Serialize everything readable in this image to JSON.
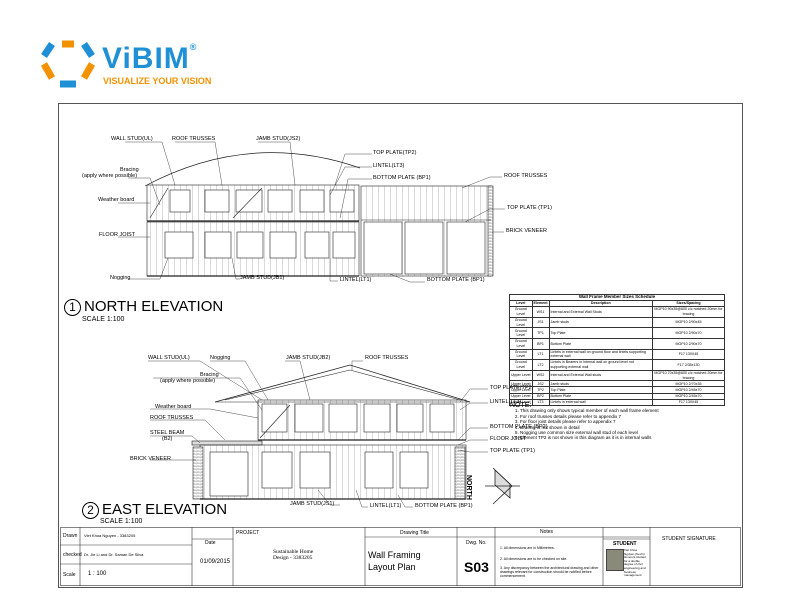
{
  "logo": {
    "name": "ViBIM",
    "reg": "®",
    "tagline": "VISUALIZE YOUR VISION"
  },
  "north": {
    "title": "NORTH ELEVATION",
    "number": "1",
    "scale": "SCALE 1:100",
    "labels": {
      "wall_stud": "WALL STUD(UL)",
      "roof_trusses": "ROOF TRUSSES",
      "jamb_js2": "JAMB STUD(JS2)",
      "bracing": "Bracing",
      "bracing2": "(apply where possible)",
      "top_plate_tp2": "TOP PLATE(TP2)",
      "lintel_lt3": "LINTEL(LT3)",
      "bottom_plate_bp1": "BOTTOM PLATE (BP1)",
      "roof_trusses_r": "ROOF TRUSSES",
      "weather_board": "Weather board",
      "top_plate_tp1": "TOP PLATE (TP1)",
      "floor_joist": "FLOOR JOIST",
      "brick_veneer": "BRICK VENEER",
      "nogging": "Nogging",
      "jamb_jb1": "JAMB STUD(JB1)",
      "lintel_lt1": "LINTEL(LT1)",
      "bottom_plate_bp1b": "BOTTOM PLATE (BP1)"
    }
  },
  "east": {
    "title": "EAST ELEVATION",
    "number": "2",
    "scale": "SCALE 1:100",
    "labels": {
      "wall_stud": "WALL STUD(UL)",
      "nogging": "Nogging",
      "jamb_jb2": "JAMB STUD(JB2)",
      "roof_trusses": "ROOF TRUSSES",
      "bracing": "Bracing",
      "bracing2": "(apply where possible)",
      "top_plate_tp2": "TOP PLATE(TP2)",
      "lintel_lt3": "LINTEL(LT3)",
      "weather_board": "Weather board",
      "roof_trusses_l": "ROOF TRUSSES",
      "steel_beam": "STEEL BEAM",
      "steel_beam2": "(B2)",
      "bottom_plate_bp2": "BOTTOM PLATE (BP2)",
      "floor_joist": "FLOOR JOIST",
      "top_plate_tp1": "TOP PLATE (TP1)",
      "brick_veneer": "BRICK VENEER",
      "jamb_js1": "JAMB STUD(JS1)",
      "lintel_lt1": "LINTEL(LT1)",
      "bottom_plate_bp1": "BOTTOM PLATE (BP1)"
    }
  },
  "north_arrow": "NORTH",
  "schedule": {
    "title": "Wall Frame Member Sizes Schedule",
    "headers": [
      "Level",
      "Element",
      "Description",
      "Sizes/Spacing"
    ],
    "rows": [
      [
        "Ground Level",
        "WS1",
        "Internal and External Wall Studs",
        "MGP10 90x35@600 c/c notched 20mm for bracing"
      ],
      [
        "Ground Level",
        "JS1",
        "Jamb studs",
        "MGP10 2/90x45"
      ],
      [
        "Ground Level",
        "TP1",
        "Top Plate",
        "MGP10 2/90x70"
      ],
      [
        "Ground Level",
        "BP1",
        "Bottom Plate",
        "MGP10 2/90x70"
      ],
      [
        "Ground Level",
        "LT1",
        "Lintels in external wall on ground floor and lintels supporting external wall",
        "F17 130X45"
      ],
      [
        "Ground Level",
        "LT2",
        "Lintels in Bearers in Internal wall on ground level not supporting external wall",
        "F17 2/35x130"
      ],
      [
        "Upper Level",
        "WS2",
        "Internal and External Wall studs",
        "MGP10 70x35@600 c/c notched 20mm for bracing"
      ],
      [
        "Upper Level",
        "JS2",
        "Jamb studs",
        "MGP10 2/70x35"
      ],
      [
        "Upper Level",
        "TP2",
        "Top Plate",
        "MGP10 2/45x70"
      ],
      [
        "Upper Level",
        "BP2",
        "Bottom Plate",
        "MGP10 2/45x70"
      ],
      [
        "Upper Level",
        "LT3",
        "Lintels in external wall",
        "F17 130X45"
      ]
    ]
  },
  "notes": {
    "title": "NOTE:",
    "items": [
      "This drawing only shows typical member of each wall frame element",
      "For roof trusses details please refer to appendix 7",
      "For floor joist details please refer to appendix 7",
      "Bracing is not shown in detail",
      "Nogging use common size external wall stud of each level",
      "Element TP2 is not shown in this diagram as it is in internal walls"
    ]
  },
  "title_block": {
    "drawn_label": "Drawn",
    "drawn_value": "Viet Khoa Nguyen - 3383205",
    "checked_label": "checked",
    "checked_value": "Dr. Jie Li and Dr. Saman De Silva",
    "scale_label": "Scale",
    "scale_value": "1 : 100",
    "date_label": "Date",
    "date_value": "01/09/2015",
    "project_label": "PROJECT",
    "project_value1": "Sustainable Home",
    "project_value2": "Design - 3383205",
    "drawing_title_label": "Drawing Title",
    "drawing_title_value1": "Wall Framing",
    "drawing_title_value2": "Layout Plan",
    "dwg_no_label": "Dwg. No.",
    "dwg_no_value": "S03",
    "notes_label": "Notes",
    "notes_items": [
      "1. All dimensions are in Millimetres.",
      "2. All dimensions are to be checked on site.",
      "3. Any discrepancy between the architectural drawing and other drawings relevant for construction should be notified before commencement."
    ],
    "student_label": "STUDENT",
    "student_text": "Viet Khoa Nguyen (Kevin) Honours student for a double degree of civil engineering and business management",
    "signature_label": "STUDENT SIGNATURE"
  },
  "colors": {
    "logo_blue": "#1f8fd6",
    "logo_orange": "#f39200",
    "line": "#222222"
  }
}
